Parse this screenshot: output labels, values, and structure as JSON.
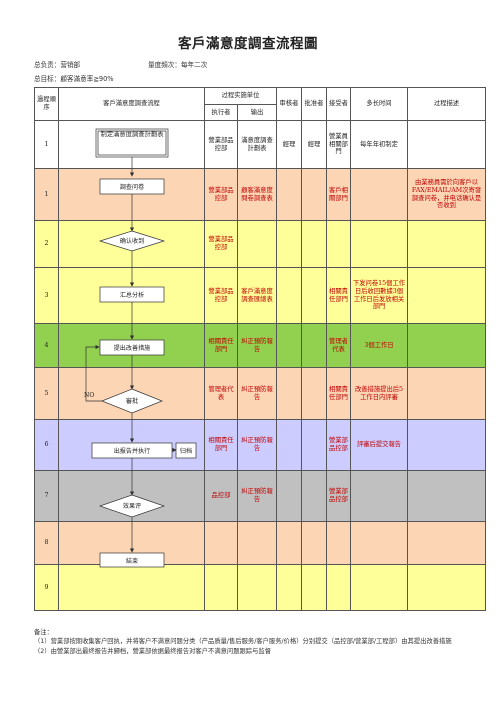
{
  "title": "客戶滿意度調查流程圖",
  "header": {
    "owner_label": "总负责：营销部",
    "frequency_label": "量度頻次：每年二次",
    "goal_label": "总目标：顧客滿意率≧90%"
  },
  "table": {
    "headers": {
      "step": "過程順序",
      "flow": "客戶滿意度調查流程",
      "unit_group": "过程实施单位",
      "executor": "执行者",
      "output": "输出",
      "reviewer": "审核者",
      "approver": "批准者",
      "receiver": "接受者",
      "duration": "多长时间",
      "description": "过程描述"
    },
    "rows": [
      {
        "step": "1",
        "executor": "營業部品控部",
        "output": "滿意度調查計劃表",
        "reviewer": "經理",
        "approver": "經理",
        "receiver": "營業員 相關部門",
        "duration": "每年年初制定",
        "description": ""
      },
      {
        "step": "1",
        "executor": "營業部品控部",
        "output": "顧客滿意度問卷調查表",
        "reviewer": "",
        "approver": "",
        "receiver": "客戶相關部門",
        "duration": "",
        "description": "由業務員需於向客戶以FAX/EMAIL/AM次寄發調查问卷，并电话确认是否收到"
      },
      {
        "step": "2",
        "executor": "營業部品控部",
        "output": "",
        "reviewer": "",
        "approver": "",
        "receiver": "",
        "duration": "",
        "description": ""
      },
      {
        "step": "3",
        "executor": "營業部品控部",
        "output": "客戶滿意度調查匯總表",
        "reviewer": "",
        "approver": "",
        "receiver": "相關責任部門",
        "duration": "下发问卷15個工作日后收回數據3個工作日后发放相关部門",
        "description": ""
      },
      {
        "step": "4",
        "executor": "相關責任部門",
        "output": "糾正預防報告",
        "reviewer": "",
        "approver": "",
        "receiver": "管理者代表",
        "duration": "3個工作日",
        "description": ""
      },
      {
        "step": "5",
        "executor": "管理者代表",
        "output": "糾正預防報告",
        "reviewer": "",
        "approver": "",
        "receiver": "相關責任部門",
        "duration": "改善措施提出后5工作日内評審",
        "description": ""
      },
      {
        "step": "6",
        "executor": "相關責任部門",
        "output": "糾正預防報告",
        "reviewer": "",
        "approver": "",
        "receiver": "營業部 品控部",
        "duration": "評審后提交報告",
        "description": ""
      },
      {
        "step": "7",
        "executor": "品控部",
        "output": "糾正預防報告",
        "reviewer": "",
        "approver": "",
        "receiver": "營業部品控部",
        "duration": "",
        "description": ""
      },
      {
        "step": "8",
        "executor": "",
        "output": "",
        "reviewer": "",
        "approver": "",
        "receiver": "",
        "duration": "",
        "description": ""
      },
      {
        "step": "9",
        "executor": "",
        "output": "",
        "reviewer": "",
        "approver": "",
        "receiver": "",
        "duration": "",
        "description": ""
      }
    ]
  },
  "flow": {
    "plan": "制定滿意度調查計劃表",
    "survey": "調查问卷",
    "confirm": "确认收到",
    "summary": "汇总分析",
    "propose": "提出改善措施",
    "review": "審批",
    "no_label": "NO",
    "execute": "出报告并执行",
    "archive": "归档",
    "effect": "效果评",
    "end": "結束"
  },
  "notes": {
    "label": "备注：",
    "note1": "（1）营業部按期收集客户回执，并将客户不满意问题分类（产品质量/售后服务/客户服务/价格）分别提交（品控部/营業部/工程部）由其提出改善措施",
    "note2": "（2）由營業部出最终报告并歸档，營業部依据最终报告对客户不满意问题跟踪与监督"
  },
  "colors": {
    "row1": "#ffffff",
    "row_orange": "#fcd5b4",
    "row_yellow": "#ffff99",
    "row_green": "#92d050",
    "row_lavender": "#ccccff",
    "row_gray": "#c0c0c0",
    "red_text": "#c00000"
  }
}
